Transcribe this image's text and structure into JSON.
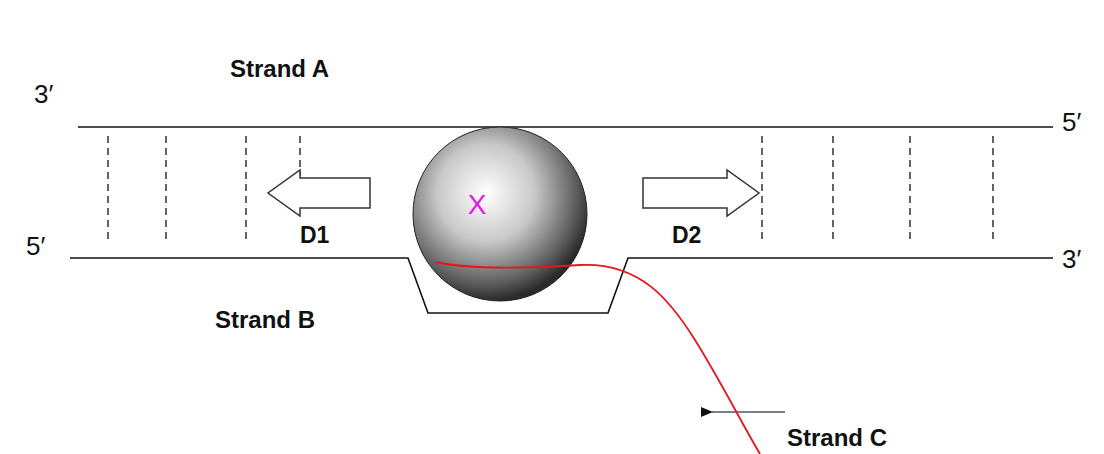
{
  "diagram": {
    "nodes": [
      {
        "text": [
          "X"
        ]
      }
    ],
    "labels": [
      "Strand A",
      "3′",
      "5′",
      "D1",
      "D2",
      "5′",
      "3′",
      "Strand B",
      "Strand C"
    ]
  }
}
